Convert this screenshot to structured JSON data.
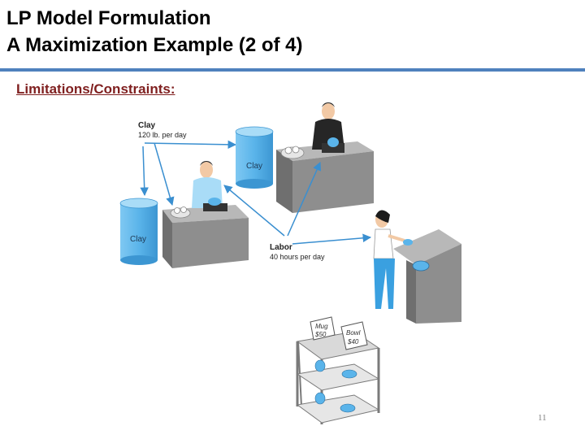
{
  "slide": {
    "title_line1": "LP Model Formulation",
    "title_line2": "A Maximization Example (2 of 4)",
    "subtitle": "Limitations/Constraints:",
    "page_number": "11"
  },
  "illustration": {
    "clay_label": "Clay",
    "clay_amount": "120 lb. per day",
    "labor_label": "Labor",
    "labor_amount": "40 hours per day",
    "barrel_label_1": "Clay",
    "barrel_label_2": "Clay",
    "shelf_sign_mug_name": "Mug",
    "shelf_sign_mug_price": "$50",
    "shelf_sign_bowl_name": "Bowl",
    "shelf_sign_bowl_price": "$40"
  },
  "colors": {
    "accent_rule": "#4f81bd",
    "subtitle_text": "#7f1f1f",
    "barrel_fill": "#5ab4ea",
    "arrow": "#3a8fd0",
    "table_top": "#b4b4b4",
    "table_front": "#8c8c8c"
  }
}
